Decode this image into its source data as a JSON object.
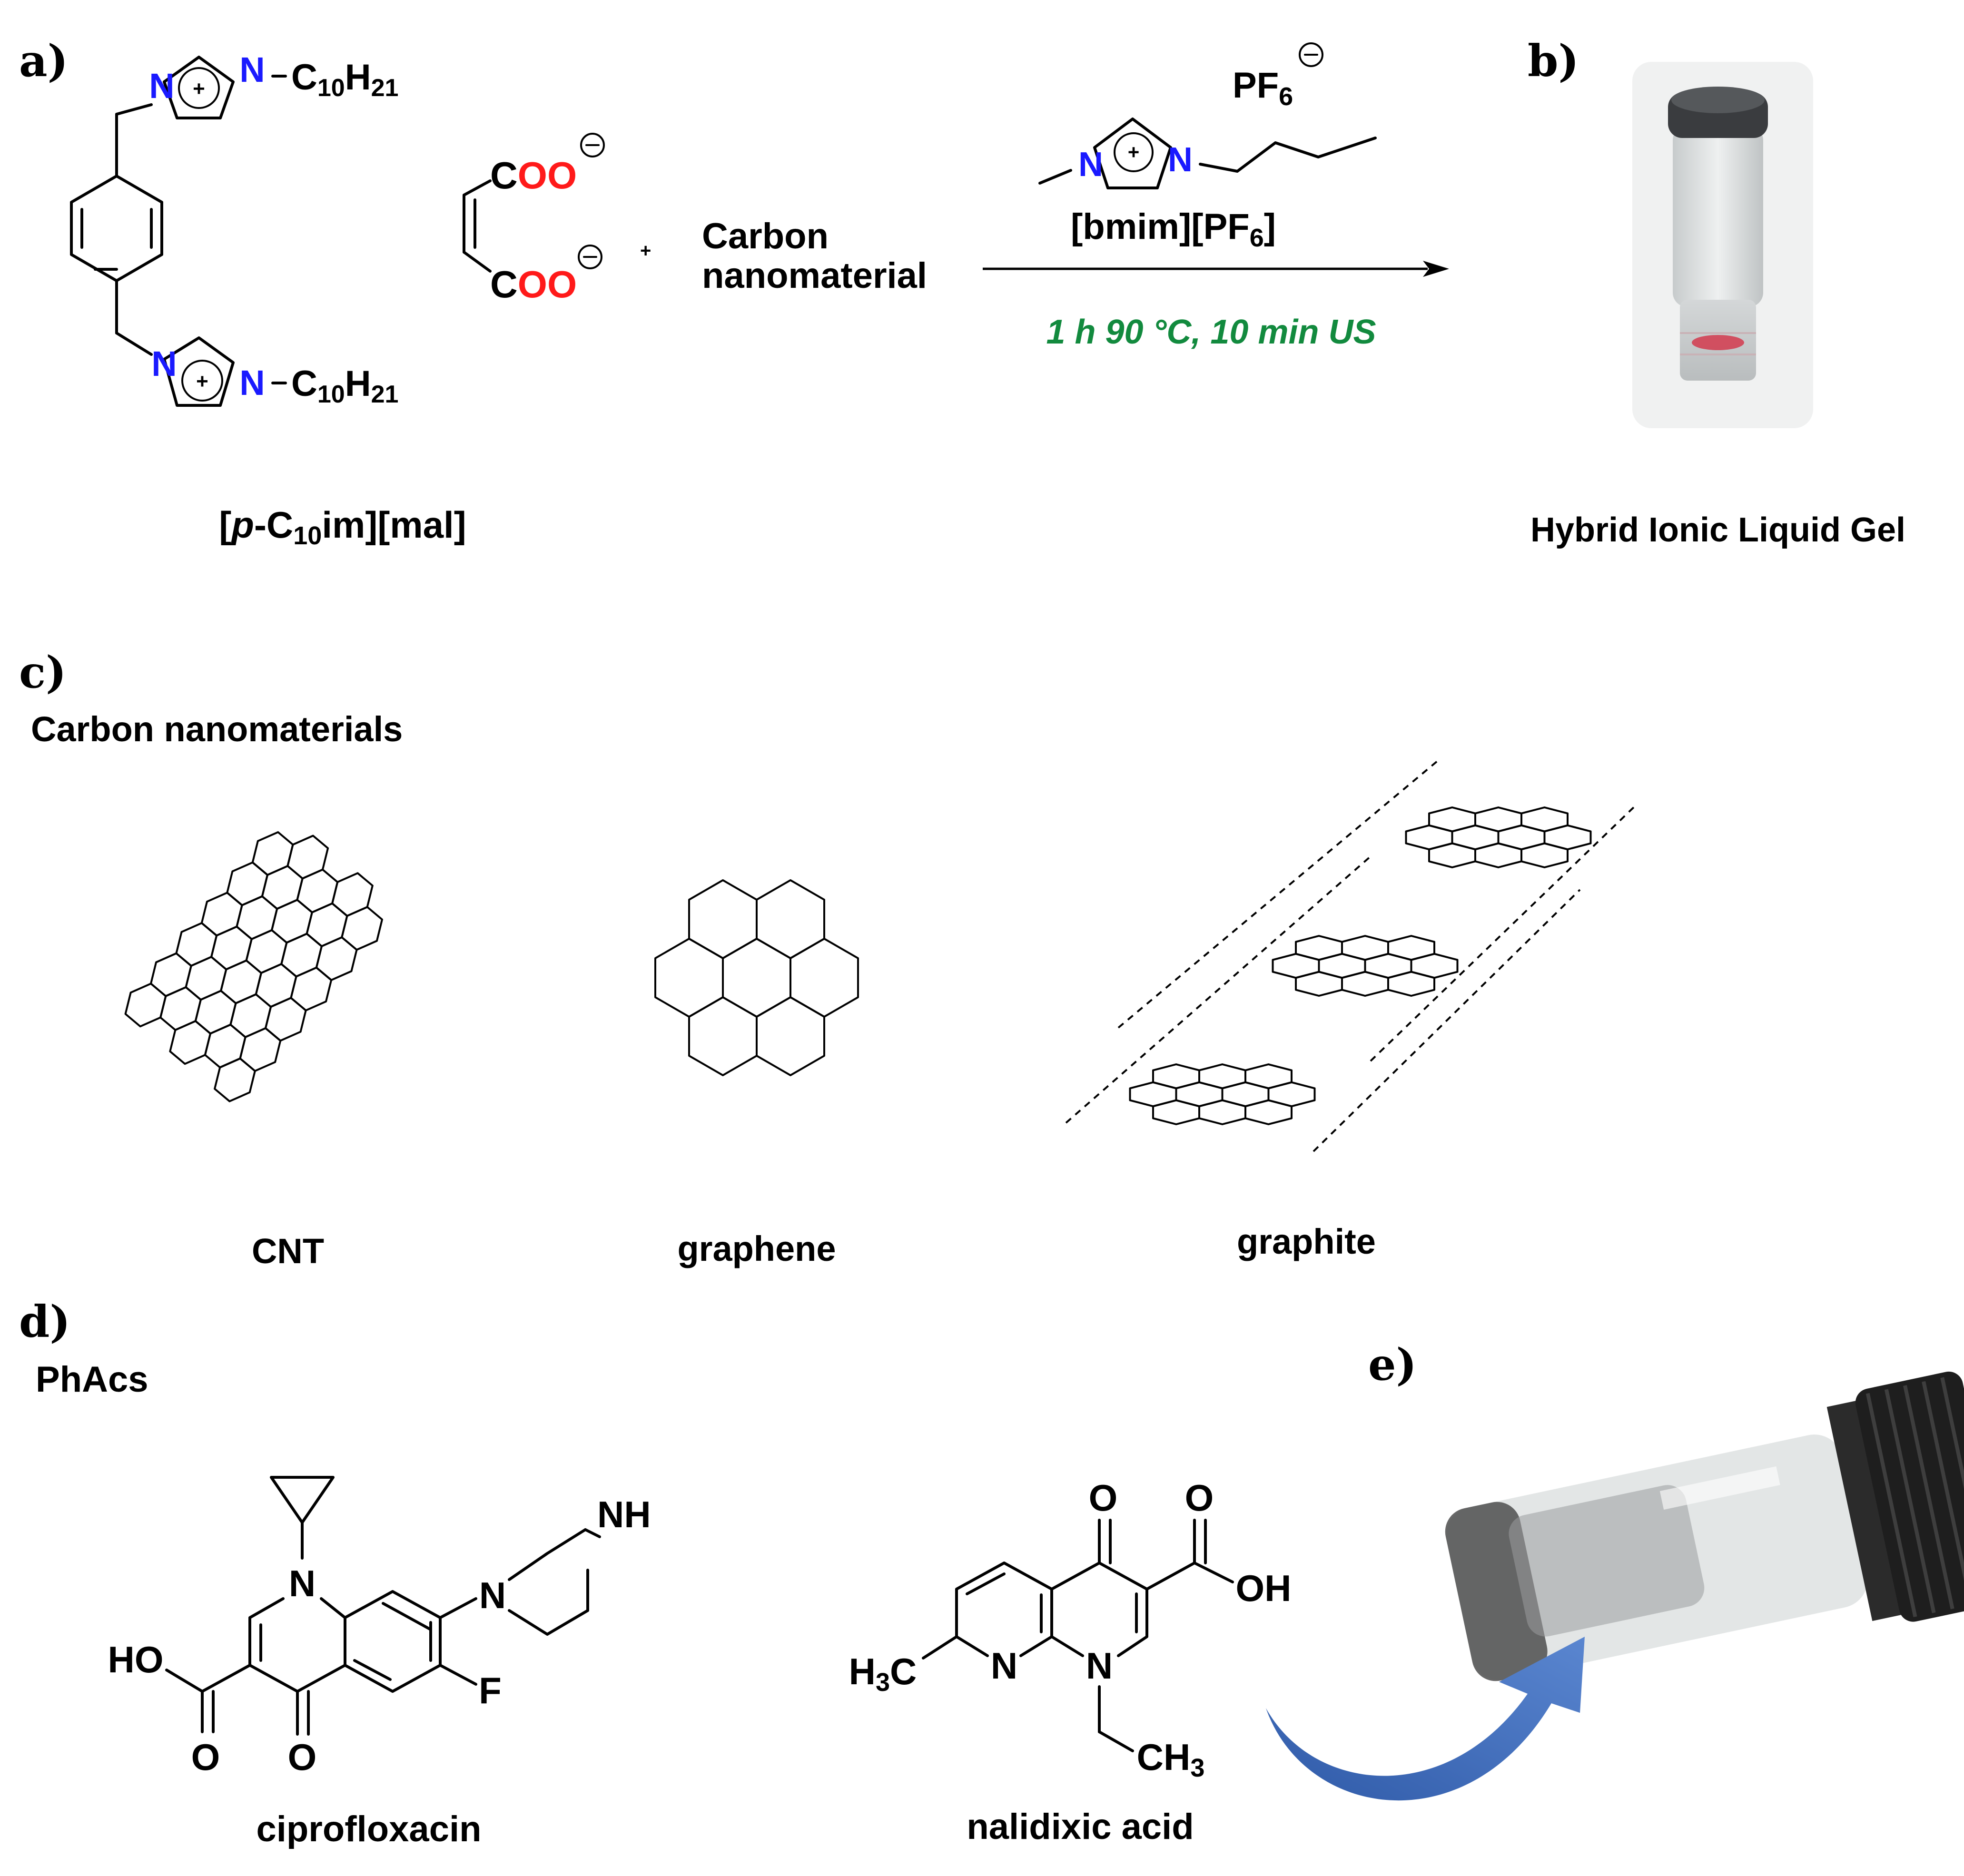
{
  "panels": {
    "a": "a)",
    "b": "b)",
    "c": "c)",
    "d": "d)",
    "e": "e)"
  },
  "reaction": {
    "substituent_c": "C",
    "substituent_sub10": "10",
    "substituent_h": "H",
    "substituent_sub21": "21",
    "n_atom": "N",
    "plus_sign": "+",
    "coo_c": "C",
    "coo_oo": "OO",
    "carbon_nanomaterial_line1": "Carbon",
    "carbon_nanomaterial_line2": "nanomaterial",
    "pf6_main": "PF",
    "pf6_sub": "6",
    "bmim_label_main": "[bmim][PF",
    "bmim_label_sub": "6",
    "bmim_label_end": "]",
    "conditions": "1  h 90 °C, 10  min US",
    "ionic_liquid_label_open": "[",
    "ionic_liquid_label_p": "p",
    "ionic_liquid_label_c": "-C",
    "ionic_liquid_label_sub": "10",
    "ionic_liquid_label_end": "im][mal]",
    "product_label": "Hybrid Ionic Liquid Gel"
  },
  "nanomaterials": {
    "heading": "Carbon nanomaterials",
    "cnt": "CNT",
    "graphene": "graphene",
    "graphite": "graphite"
  },
  "phacs": {
    "heading": "PhAcs",
    "ciprofloxacin": "ciprofloxacin",
    "nalidixic": "nalidixic acid",
    "atoms": {
      "N": "N",
      "NH": "NH",
      "F": "F",
      "HO": "HO",
      "O": "O",
      "OH": "OH",
      "H": "H",
      "C": "C",
      "sub3": "3",
      "CH": "CH"
    }
  },
  "colors": {
    "nitrogen": "#1a1aff",
    "oxygen": "#ff1a1a",
    "conditions": "#128a3e",
    "arrow_blue": "#3a64b4"
  }
}
